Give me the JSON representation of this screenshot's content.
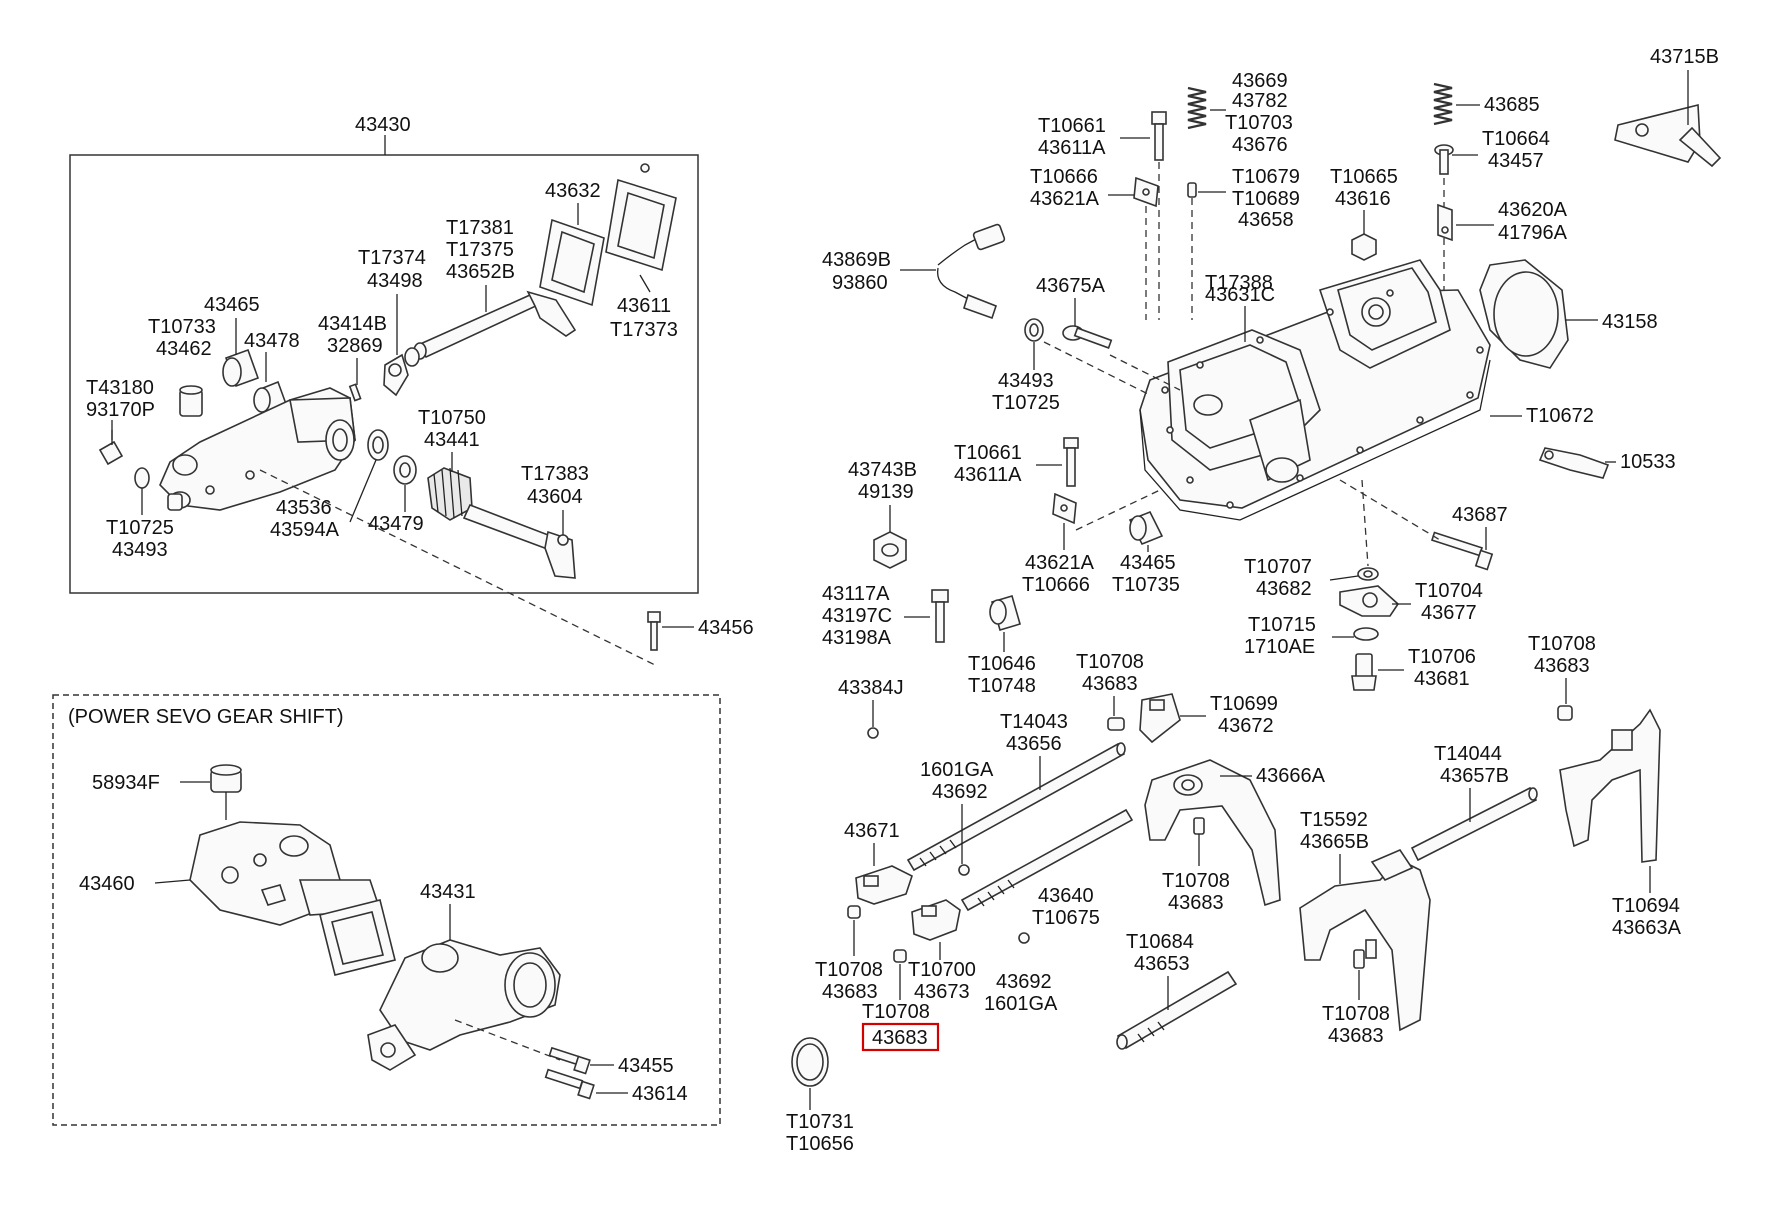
{
  "labels": {
    "l43430": "43430",
    "l43632": "43632",
    "l43611": "43611",
    "lT17373": "T17373",
    "lT17381": "T17381",
    "lT17375": "T17375",
    "l43652B": "43652B",
    "lT17374": "T17374",
    "l43498": "43498",
    "l43414B": "43414B",
    "l32869": "32869",
    "l43465a": "43465",
    "lT10733": "T10733",
    "l43462": "43462",
    "l43478": "43478",
    "lT43180": "T43180",
    "l93170P": "93170P",
    "lT10750": "T10750",
    "l43441": "43441",
    "lT17383": "T17383",
    "l43604": "43604",
    "l43536": "43536",
    "l43594A": "43594A",
    "l43479": "43479",
    "lT10725a": "T10725",
    "l43493a": "43493",
    "l43456": "43456",
    "powerServoTitle": "(POWER SEVO GEAR SHIFT)",
    "l58934F": "58934F",
    "l43460": "43460",
    "l43431": "43431",
    "l43455": "43455",
    "l43614": "43614",
    "l43715B": "43715B",
    "l43669": "43669",
    "l43782": "43782",
    "lT10703": "T10703",
    "l43676": "43676",
    "lT10661a": "T10661",
    "l43611Aa": "43611A",
    "l43685": "43685",
    "lT10664": "T10664",
    "l43457": "43457",
    "lT10666a": "T10666",
    "l43621Aa": "43621A",
    "lT10679": "T10679",
    "lT10689": "T10689",
    "l43658": "43658",
    "lT10665": "T10665",
    "l43616": "43616",
    "l43620A": "43620A",
    "l41796A": "41796A",
    "l43869B": "43869B",
    "l93860": "93860",
    "lT17388": "T17388",
    "l43631C": "43631C",
    "l43675A": "43675A",
    "l43158": "43158",
    "l43493b": "43493",
    "lT10725b": "T10725",
    "lT10672": "T10672",
    "lT10661b": "T10661",
    "l43611Ab": "43611A",
    "l10533": "10533",
    "l43743B": "43743B",
    "l49139": "49139",
    "l43687": "43687",
    "l43621Ab": "43621A",
    "lT10666b": "T10666",
    "l43465b": "43465",
    "lT10735": "T10735",
    "lT10707": "T10707",
    "l43682": "43682",
    "lT10704": "T10704",
    "l43677": "43677",
    "l43117A": "43117A",
    "l43197C": "43197C",
    "l43198A": "43198A",
    "lT10646": "T10646",
    "lT10748": "T10748",
    "lT10715": "T10715",
    "l1710AE": "1710AE",
    "lT10706": "T10706",
    "l43681": "43681",
    "lT10708a": "T10708",
    "l43683a": "43683",
    "lT10708b": "T10708",
    "l43683b": "43683",
    "l43384J": "43384J",
    "lT10699": "T10699",
    "l43672": "43672",
    "lT14043": "T14043",
    "l43656": "43656",
    "lT14044": "T14044",
    "l43657B": "43657B",
    "l1601GAa": "1601GA",
    "l43692a": "43692",
    "l43666A": "43666A",
    "l43671": "43671",
    "lT15592": "T15592",
    "l43665B": "43665B",
    "lT10708c": "T10708",
    "l43683c": "43683",
    "l43640": "43640",
    "lT10675": "T10675",
    "lT10694": "T10694",
    "l43663A": "43663A",
    "lT10684": "T10684",
    "l43653": "43653",
    "lT10708d": "T10708",
    "l43683d": "43683",
    "lT10700": "T10700",
    "l43673": "43673",
    "l43692b": "43692",
    "l1601GAb": "1601GA",
    "lT10708e": "T10708",
    "l43683e": "43683",
    "lT10708f": "T10708",
    "l43683f": "43683",
    "lT10731": "T10731",
    "lT10656": "T10656"
  },
  "highlighted_part": "43683",
  "colors": {
    "highlight": "#d40000",
    "line": "#333333"
  }
}
